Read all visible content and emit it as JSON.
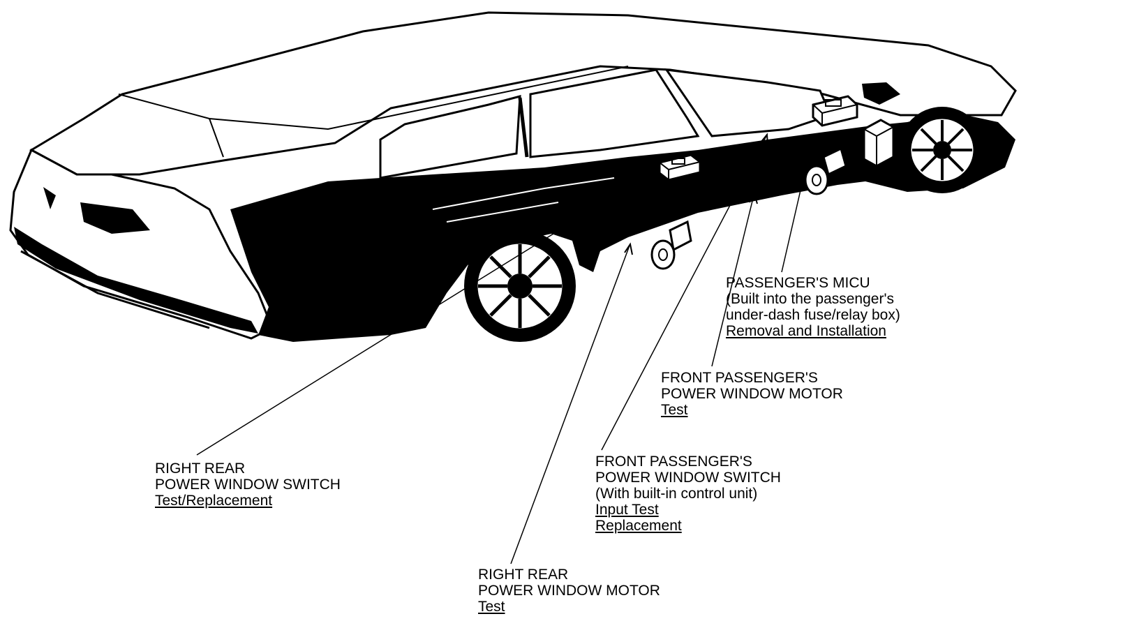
{
  "callouts": {
    "passenger_micu": {
      "title": "PASSENGER'S MICU",
      "desc1": "(Built into the passenger's",
      "desc2": "under-dash fuse/relay box)",
      "link": "Removal and Installation"
    },
    "front_passenger_motor": {
      "line1": "FRONT PASSENGER'S",
      "line2": "POWER WINDOW MOTOR",
      "link": "Test"
    },
    "front_passenger_switch": {
      "line1": "FRONT PASSENGER'S",
      "line2": "POWER WINDOW SWITCH",
      "line3": "(With built-in control unit)",
      "link1": "Input Test",
      "link2": "Replacement"
    },
    "right_rear_switch": {
      "line1": "RIGHT REAR",
      "line2": "POWER WINDOW SWITCH",
      "link": "Test/Replacement"
    },
    "right_rear_motor": {
      "line1": "RIGHT REAR",
      "line2": "POWER WINDOW MOTOR",
      "link": "Test"
    }
  },
  "colors": {
    "ink": "#000000",
    "paper": "#ffffff"
  }
}
